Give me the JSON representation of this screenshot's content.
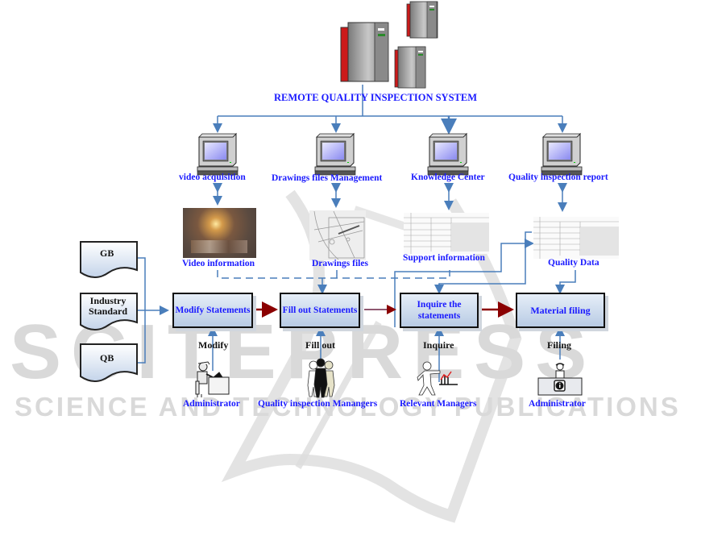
{
  "watermark": {
    "main_text": "SCITEPRESS",
    "sub_text": "SCIENCE AND TECHNOLOGY PUBLICATIONS"
  },
  "system": {
    "title": "REMOTE QUALITY INSPECTION SYSTEM"
  },
  "modules": [
    {
      "label": "video acquisition",
      "resource": "Video information"
    },
    {
      "label": "Drawings files Management",
      "resource": "Drawings files"
    },
    {
      "label": "Knowledge Center",
      "resource": "Support information"
    },
    {
      "label": "Quality inspection report",
      "resource": "Quality Data"
    }
  ],
  "standards": [
    {
      "label": "GB"
    },
    {
      "label": "Industry Standard"
    },
    {
      "label": "QB"
    }
  ],
  "processes": [
    {
      "label": "Modify Statements",
      "action": "Modify",
      "actor": "Administrator"
    },
    {
      "label": "Fill out Statements",
      "action": "Fill out",
      "actor": "Quality inspection Manangers"
    },
    {
      "label": "Inquire the statements",
      "action": "Inquire",
      "actor": "Relevant Managers"
    },
    {
      "label": "Material filing",
      "action": "Filing",
      "actor": "Administrator"
    }
  ],
  "colors": {
    "label_blue": "#1a1aff",
    "connector_blue": "#4a7ebb",
    "flow_red": "#8b0000",
    "process_fill_top": "#e6eef8",
    "process_fill_bottom": "#b8cbe4"
  }
}
